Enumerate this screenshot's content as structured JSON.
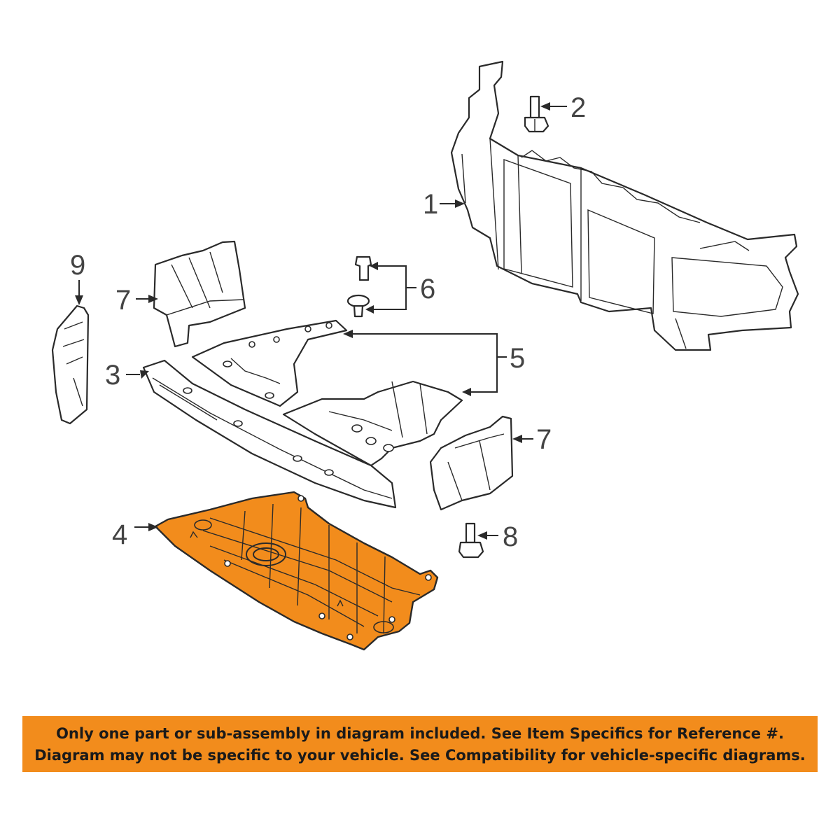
{
  "colors": {
    "highlight": "#f28c1c",
    "notice_bg": "#f28c1c",
    "line": "#2a2a2a",
    "callout_text": "#444444"
  },
  "callouts": [
    "1",
    "2",
    "3",
    "4",
    "5",
    "6",
    "7",
    "7",
    "8",
    "9"
  ],
  "notice": {
    "line1": "Only one part or sub-assembly in diagram included. See Item Specifics for Reference #.",
    "line2": "Diagram may not be specific to your vehicle. See Compatibility for vehicle-specific diagrams."
  }
}
